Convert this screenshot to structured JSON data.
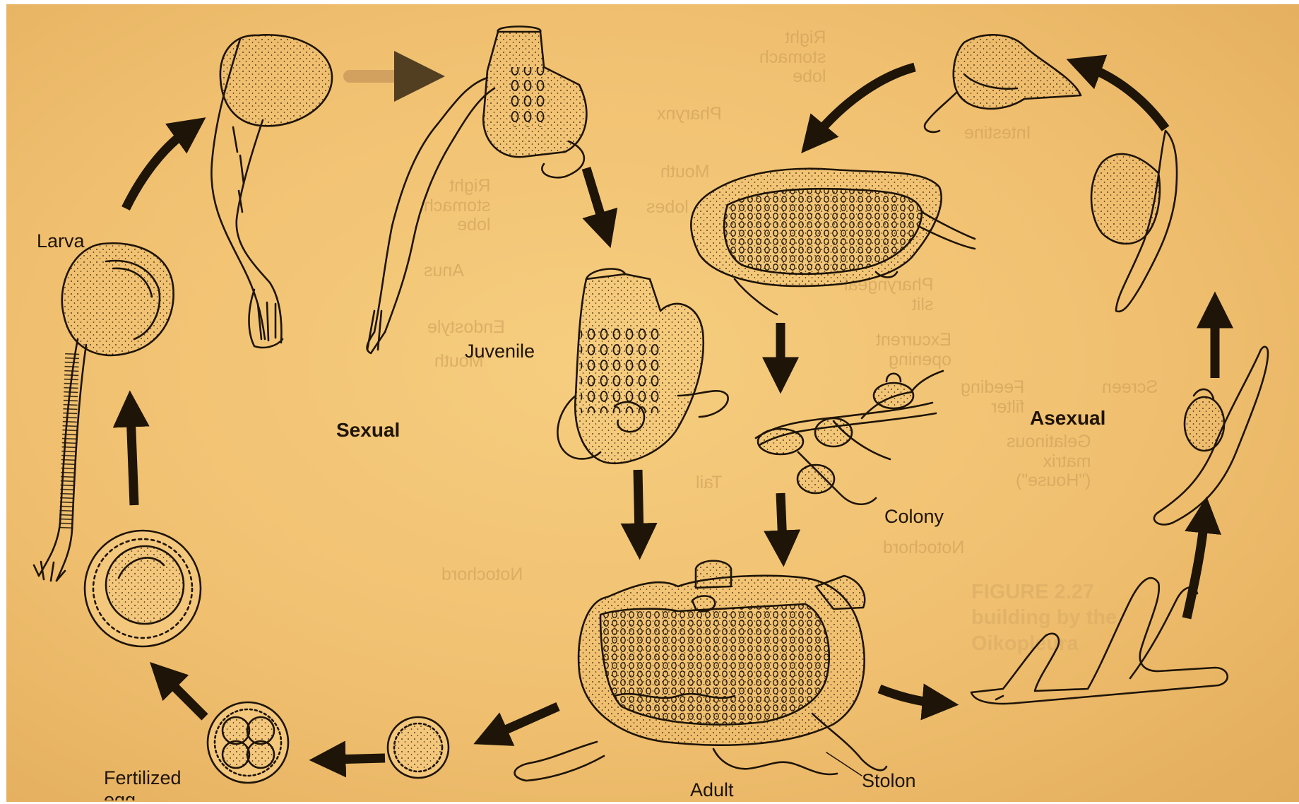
{
  "labels": {
    "larva": "Larva",
    "juvenile": "Juvenile",
    "sexual": "Sexual",
    "asexual": "Asexual",
    "colony": "Colony",
    "adult": "Adult",
    "stolon": "Stolon",
    "fertilized_egg_line1": "Fertilized",
    "fertilized_egg_line2": "egg"
  },
  "bleed_through": {
    "right_stomach_lobe_top": [
      "Right",
      "stomach",
      "lobe"
    ],
    "pharynx": "Pharynx",
    "mouth": "Mouth",
    "lobes": "lobes",
    "right_stomach_lobe_mid": [
      "Right",
      "stomach",
      "lobe"
    ],
    "anus": "Anus",
    "endostyle": "Endostyle",
    "mouth_lower": "Mouth",
    "tail": "Tail",
    "notochord_left": "Notochord",
    "notochord_right": "Notochord",
    "feeding_filter": [
      "Feeding",
      "filter"
    ],
    "screen": "Screen",
    "gelatinous_house": [
      "Gelatinous",
      "matrix",
      "(\"House\")"
    ],
    "intestine": "Intestine",
    "excurrent_opening": [
      "Excurrent",
      "opening"
    ],
    "pharyngeal_slit": [
      "Pharyngeal",
      "slit"
    ],
    "figure_caption": [
      "FIGURE 2.27",
      "building by the",
      "Oikopleura"
    ]
  },
  "colors": {
    "paper": "#f0c070",
    "ink": "#1e1408",
    "bleed_through": "#c99a55"
  }
}
